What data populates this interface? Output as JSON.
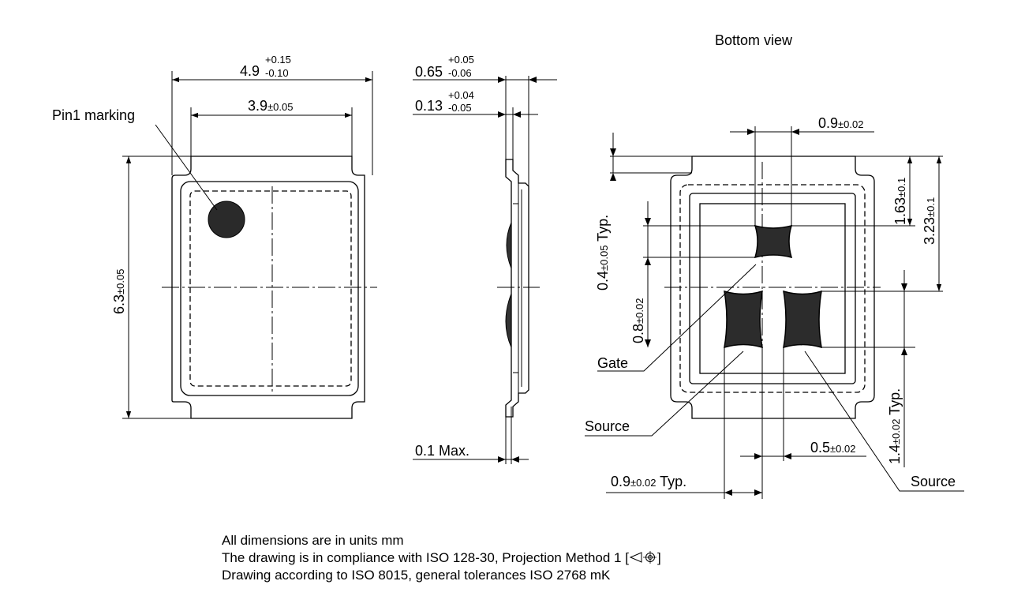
{
  "views": {
    "bottom_view_title": "Bottom view"
  },
  "labels": {
    "pin1": "Pin1 marking",
    "gate": "Gate",
    "source_left": "Source",
    "source_right": "Source"
  },
  "dimensions": {
    "top_width": {
      "main": "4.9",
      "upper": "+0.15",
      "lower": "-0.10"
    },
    "inner_width": {
      "main": "3.9",
      "tol": "±0.05"
    },
    "height": {
      "main": "6.3",
      "tol": "±0.05"
    },
    "thickness": {
      "main": "0.65",
      "upper": "+0.05",
      "lower": "-0.06"
    },
    "lead_thickness": {
      "main": "0.13",
      "upper": "+0.04",
      "lower": "-0.05"
    },
    "standoff": {
      "text": "0.1 Max."
    },
    "gate_width": {
      "main": "0.9",
      "tol": "±0.02"
    },
    "gate_height": {
      "main": "0.4",
      "tol": "±0.05",
      "suffix": " Typ."
    },
    "gate_offset": {
      "main": "1.63",
      "tol": "±0.1"
    },
    "pad_offset": {
      "main": "3.23",
      "tol": "±0.1"
    },
    "gate_pitch": {
      "main": "0.8",
      "tol": "±0.02"
    },
    "source_width": {
      "main": "0.9",
      "tol": "±0.02",
      "suffix": " Typ."
    },
    "source_gap": {
      "main": "0.5",
      "tol": "±0.02"
    },
    "source_height": {
      "main": "1.4",
      "tol": "±0.02",
      "suffix": " Typ."
    }
  },
  "notes": [
    "All dimensions are in units mm",
    "The drawing is in compliance with ISO 128-30, Projection Method 1 [",
    "Drawing according to ISO 8015, general tolerances ISO 2768 mK"
  ],
  "notes_suffix": "]"
}
